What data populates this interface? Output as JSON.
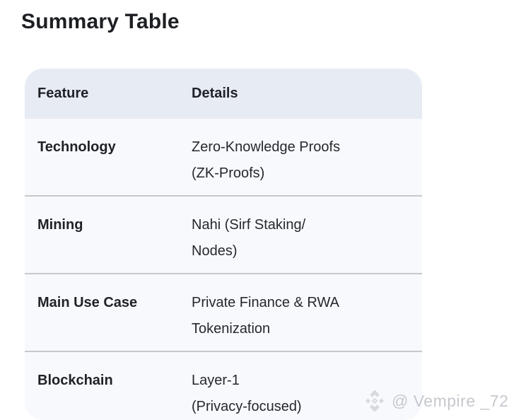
{
  "page": {
    "title": "Summary Table"
  },
  "table": {
    "columns": [
      "Feature",
      "Details"
    ],
    "rows": [
      {
        "feature": "Technology",
        "details": "Zero-Knowledge Proofs (ZK-Proofs)",
        "details_lines": [
          "Zero-Knowledge Proofs",
          "(ZK-Proofs)"
        ]
      },
      {
        "feature": "Mining",
        "details": "Nahi (Sirf Staking/ Nodes)",
        "details_lines": [
          "Nahi (Sirf Staking/",
          "Nodes)"
        ]
      },
      {
        "feature": "Main Use Case",
        "details": "Private Finance & RWA Tokenization",
        "details_lines": [
          "Private Finance & RWA",
          "Tokenization"
        ]
      },
      {
        "feature": "Blockchain",
        "details": "Layer-1 (Privacy-focused)",
        "details_lines": [
          "Layer-1",
          "(Privacy-focused)"
        ]
      }
    ]
  },
  "watermark": {
    "icon": "binance-diamond-icon",
    "text": "@ Vempire _72"
  },
  "colors": {
    "header_bg": "#e7ebf4",
    "row_bg": "#f8f9fc",
    "divider": "#c7c8cc",
    "title_text": "#1d1f23",
    "cell_text": "#202227",
    "watermark_text": "#c6c8ce"
  }
}
